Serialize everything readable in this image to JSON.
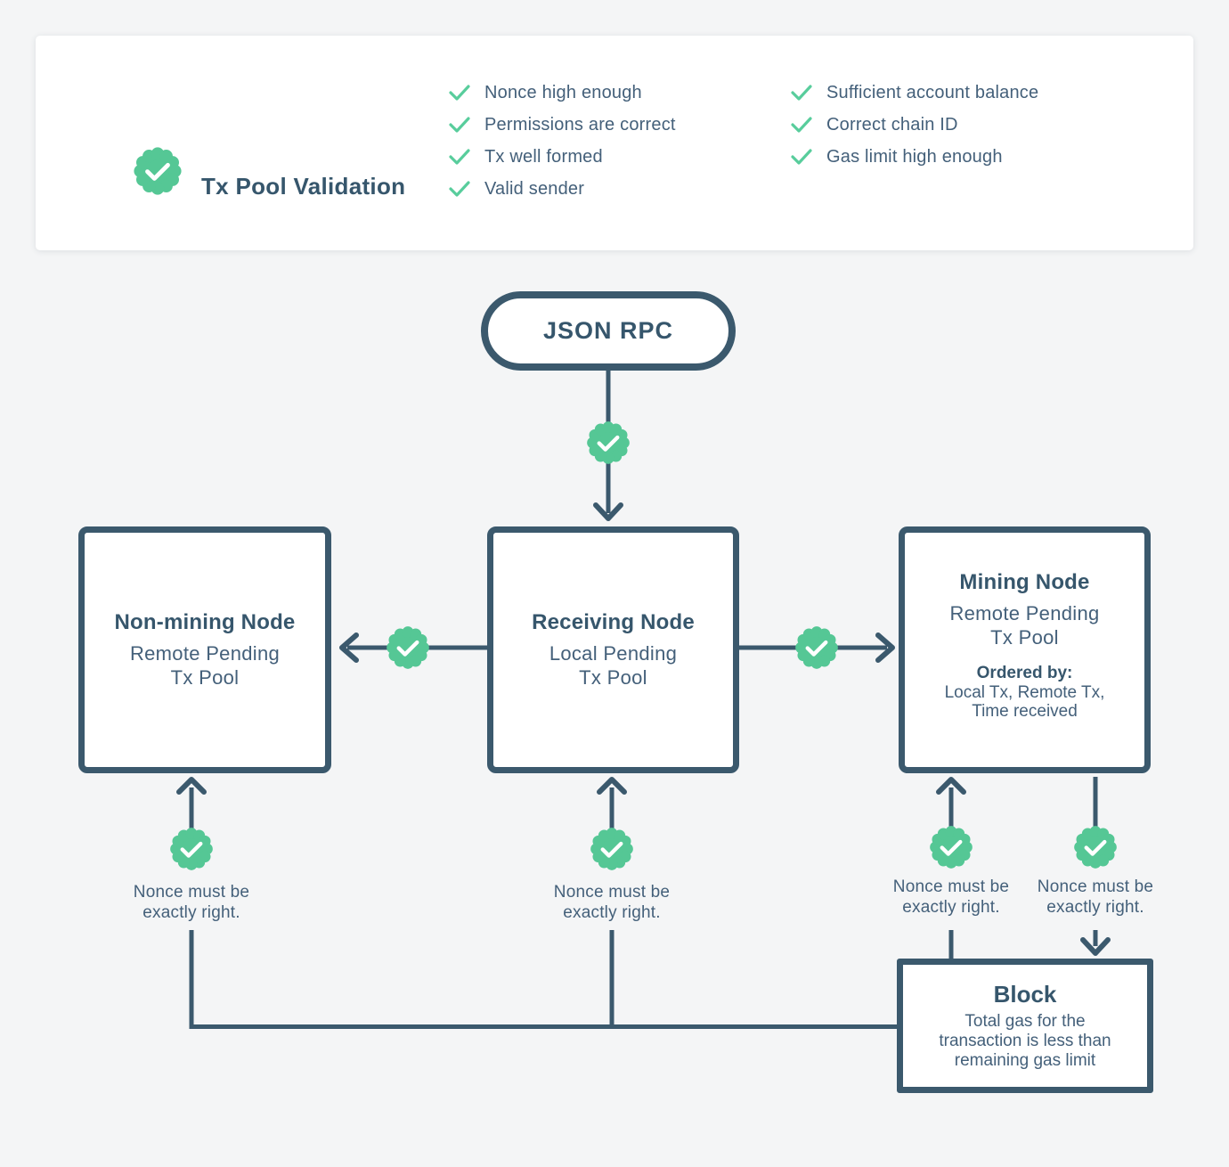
{
  "colors": {
    "bg": "#f4f5f6",
    "card_bg": "#ffffff",
    "slate": "#3b596d",
    "title_text": "#36566c",
    "body_text": "#44607a",
    "green": "#55c795",
    "check_green": "#58cd9c"
  },
  "validation_card": {
    "title": "Tx Pool Validation",
    "column1": [
      "Nonce high enough",
      "Permissions are correct",
      "Tx well formed",
      "Valid sender"
    ],
    "column2": [
      "Sufficient account balance",
      "Correct chain ID",
      "Gas limit high enough"
    ]
  },
  "flow": {
    "json_rpc_label": "JSON RPC",
    "non_mining": {
      "title": "Non-mining Node",
      "subtitle": [
        "Remote Pending",
        "Tx Pool"
      ]
    },
    "receiving": {
      "title": "Receiving Node",
      "subtitle": [
        "Local Pending",
        "Tx Pool"
      ]
    },
    "mining": {
      "title": "Mining Node",
      "subtitle": [
        "Remote Pending",
        "Tx Pool"
      ],
      "ordered_by_label": "Ordered by:",
      "ordered_by": [
        "Local Tx, Remote Tx,",
        "Time received"
      ]
    },
    "block": {
      "title": "Block",
      "description": [
        "Total gas for the",
        "transaction is less than",
        "remaining gas limit"
      ]
    },
    "nonce_note": [
      "Nonce must be",
      "exactly right."
    ]
  }
}
